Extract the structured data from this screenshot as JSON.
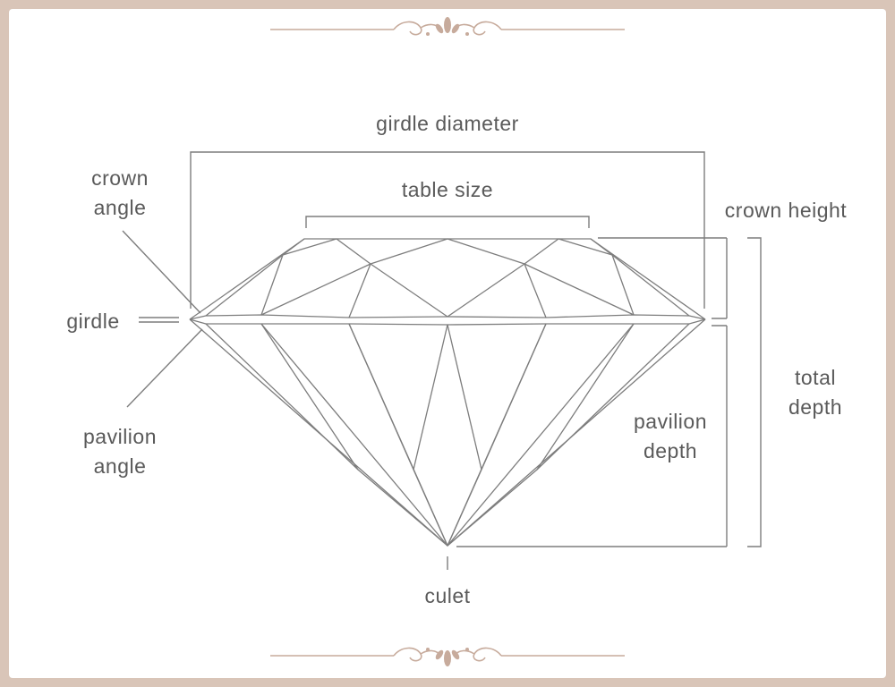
{
  "labels": {
    "girdle_diameter": "girdle diameter",
    "table_size": "table size",
    "crown_angle": [
      "crown",
      "angle"
    ],
    "crown_height": "crown height",
    "girdle": "girdle",
    "pavilion_angle": [
      "pavilion",
      "angle"
    ],
    "pavilion_depth": [
      "pavilion",
      "depth"
    ],
    "total_depth": [
      "total",
      "depth"
    ],
    "culet": "culet"
  },
  "colors": {
    "frame": "#d9c5b8",
    "card": "#ffffff",
    "line": "#7d7d7d",
    "text": "#5a5a5a",
    "ornament": "#c7ab9c"
  },
  "icons": {
    "top_ornament": "scroll-divider-icon",
    "bottom_ornament": "scroll-divider-icon"
  }
}
